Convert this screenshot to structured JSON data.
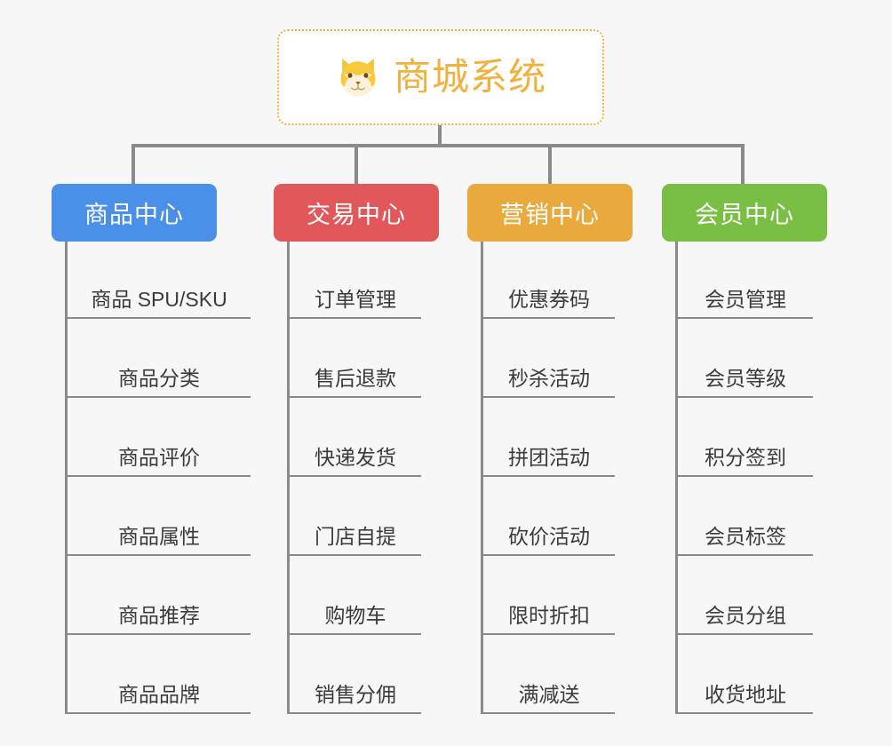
{
  "root": {
    "title": "商城系统",
    "icon": "shiba-dog-face-icon",
    "border_color": "#f0b33a",
    "text_color": "#f2b03c"
  },
  "canvas": {
    "background": "#f7f7f7",
    "connector_color": "#8a8a8a"
  },
  "columns": [
    {
      "header": "商品中心",
      "color": "#4a90e8",
      "items": [
        "商品 SPU/SKU",
        "商品分类",
        "商品评价",
        "商品属性",
        "商品推荐",
        "商品品牌"
      ]
    },
    {
      "header": "交易中心",
      "color": "#e2585a",
      "items": [
        "订单管理",
        "售后退款",
        "快递发货",
        "门店自提",
        "购物车",
        "销售分佣"
      ]
    },
    {
      "header": "营销中心",
      "color": "#eaa93c",
      "items": [
        "优惠券码",
        "秒杀活动",
        "拼团活动",
        "砍价活动",
        "限时折扣",
        "满减送"
      ]
    },
    {
      "header": "会员中心",
      "color": "#78bf43",
      "items": [
        "会员管理",
        "会员等级",
        "积分签到",
        "会员标签",
        "会员分组",
        "收货地址"
      ]
    }
  ]
}
